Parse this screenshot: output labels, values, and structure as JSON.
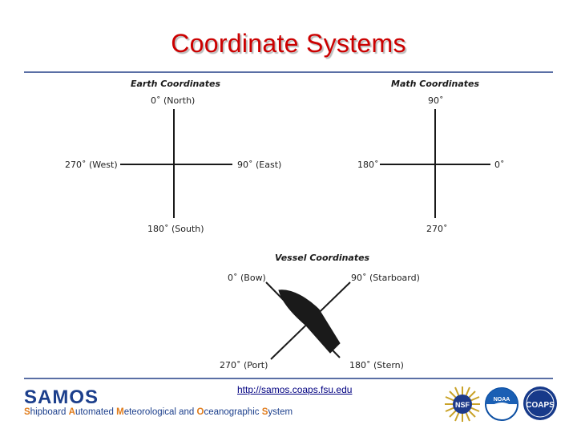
{
  "slide": {
    "title": "Coordinate Systems",
    "url": "http://samos.coaps.fsu.edu"
  },
  "earth": {
    "heading": "Earth Coordinates",
    "north": "0˚ (North)",
    "east": "90˚ (East)",
    "south": "180˚ (South)",
    "west": "270˚ (West)"
  },
  "math": {
    "heading": "Math Coordinates",
    "top": "90˚",
    "right": "0˚",
    "bottom": "270˚",
    "left": "180˚"
  },
  "vessel": {
    "heading": "Vessel Coordinates",
    "bow": "0˚ (Bow)",
    "starboard": "90˚ (Starboard)",
    "port": "270˚ (Port)",
    "stern": "180˚ (Stern)"
  },
  "footer": {
    "samos_logo": "SAMOS",
    "samos_subtitle_parts": {
      "s1": "S",
      "t1": "hipboard ",
      "s2": "A",
      "t2": "utomated ",
      "s3": "M",
      "t3": "eteorological and ",
      "s4": "O",
      "t4": "ceanographic ",
      "s5": "S",
      "t5": "ystem"
    },
    "logos": {
      "nsf": "NSF",
      "noaa": "NOAA",
      "coaps": "COAPS"
    }
  },
  "colors": {
    "title": "#cc0000",
    "rule": "#5a6fa5",
    "samos_blue": "#1c3f8c",
    "samos_orange": "#e07b1a",
    "url": "#000080"
  }
}
